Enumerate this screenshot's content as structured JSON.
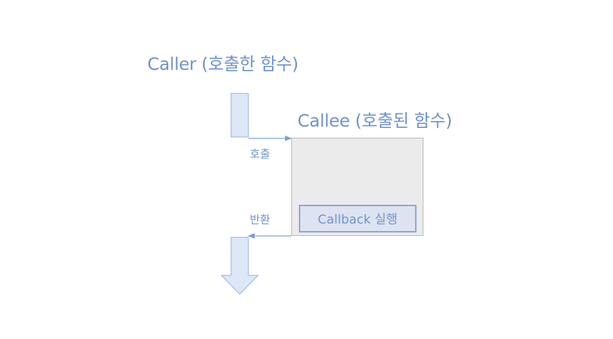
{
  "diagram": {
    "caller_title": "Caller (호출한 함수)",
    "callee_title": "Callee (호출된 함수)",
    "call_label": "호출",
    "return_label": "반환",
    "callback_label": "Callback 실행"
  },
  "colors": {
    "text_blue": "#6f93d0",
    "caller_bar_fill": "#dde7f5",
    "caller_bar_stroke": "#8db1e3",
    "callee_box_fill": "#ebebeb",
    "callee_box_stroke": "#b9b9b9",
    "callback_fill": "#dde3f1",
    "callback_stroke": "#8aa3d3",
    "arrow": "#7a9fd8"
  }
}
